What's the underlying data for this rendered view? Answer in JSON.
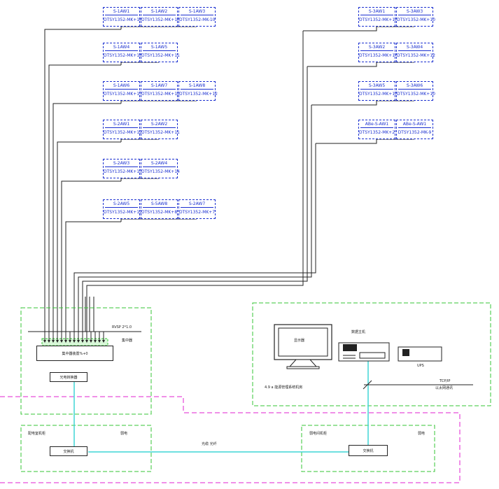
{
  "meters_left": [
    {
      "name": "S-1AW1",
      "id": "DTSY1352-MK+16"
    },
    {
      "name": "S-1AW2",
      "id": "DTSY1352-MK+18"
    },
    {
      "name": "S-1AW3",
      "id": "DTSY1352-MK-10"
    },
    {
      "name": "S-1AW4",
      "id": "DTSY1352-MK+16"
    },
    {
      "name": "S-1AW5",
      "id": "DTSY1352-MK+11"
    },
    {
      "name": "S-1AW6",
      "id": "DTSY1352-MK+13"
    },
    {
      "name": "S-1AW7",
      "id": "DTSY1352-MK+12"
    },
    {
      "name": "S-1AW8",
      "id": "DTSY1352-MK+12"
    },
    {
      "name": "S-2AW1",
      "id": "DTSY1352-MK+12"
    },
    {
      "name": "S-2AW2",
      "id": "DTSY1352-MK+11"
    },
    {
      "name": "S-2AW3",
      "id": "DTSY1352-MK+13"
    },
    {
      "name": "S-2AW4",
      "id": "DTSY1352-MK+14"
    },
    {
      "name": "S-2AW5",
      "id": "DTSY1352-MK+12"
    },
    {
      "name": "S-5AW8",
      "id": "DTSY1352-MK+8"
    },
    {
      "name": "S-2AW7",
      "id": "DTSY1352-MK+7"
    }
  ],
  "meters_right": [
    {
      "name": "S-3AW1",
      "id": "DTSY1352-MK+10"
    },
    {
      "name": "S-3AW3",
      "id": "DTSY1352-MK+10"
    },
    {
      "name": "S-3AW2",
      "id": "DTSY1352-MK+14"
    },
    {
      "name": "S-3AW4",
      "id": "DTSY1352-MK+12"
    },
    {
      "name": "S-3AW5",
      "id": "DTSY1352-MK+10"
    },
    {
      "name": "S-3AW6",
      "id": "DTSY1352-MK+10"
    },
    {
      "name": "ABe-S-AW1",
      "id": "DTSY1352-MK+2"
    },
    {
      "name": "ABe-S-AW1",
      "id": "DTSY1352-MK-9"
    }
  ],
  "labels": {
    "cable": "RVSP 2*1.0",
    "collector": "集中器",
    "collector_device": "集中器装置%+0",
    "converter": "光电转换器",
    "monitor": "显示器",
    "host": "数据主机",
    "ups": "UPS",
    "control_room": "4.9 a 能源管理系统机房",
    "tcpip_title": "TCP/IP",
    "tcpip_sub": "以太网通讯",
    "left_room": "配电室机柜",
    "left_room_tag": "弱电",
    "right_room": "弱电间机柜",
    "right_room_tag": "弱电",
    "left_switch": "交换机",
    "right_switch": "交换机",
    "fiber": "光缆  光纤"
  }
}
